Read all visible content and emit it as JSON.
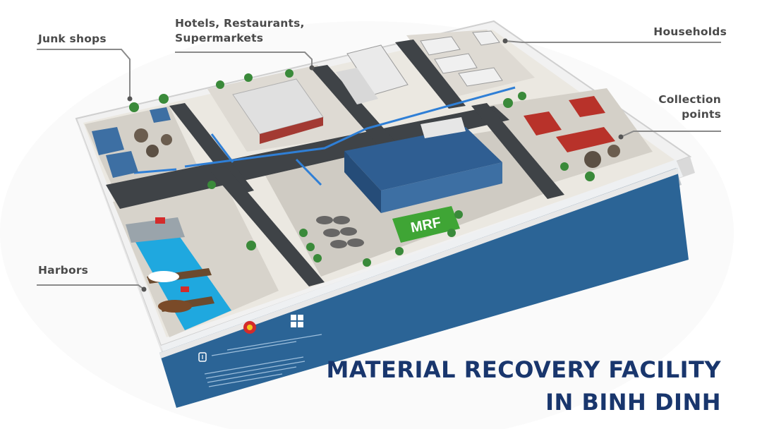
{
  "labels": {
    "junk_shops": "Junk shops",
    "hotels_line1": "Hotels, Restaurants,",
    "hotels_line2": "Supermarkets",
    "households": "Households",
    "collection_line1": "Collection",
    "collection_line2": "points",
    "harbors": "Harbors"
  },
  "title": {
    "line1": "MATERIAL RECOVERY FACILITY",
    "line2": "IN BINH DINH"
  },
  "sign": {
    "text": "MRF"
  },
  "colors": {
    "title": "#19366d",
    "label": "#4a4a4a",
    "leader": "#8a8a8a",
    "panel": "#2b6496",
    "road": "#3f4347",
    "water": "#1fa8df",
    "roof": "#3d6fa3",
    "red_roof": "#b8322a",
    "sign_green": "#3fa535"
  },
  "icons": [
    "norway-emblem-icon",
    "vietnam-emblem-icon",
    "undp-logo-icon",
    "vietnam-flag-icon"
  ]
}
